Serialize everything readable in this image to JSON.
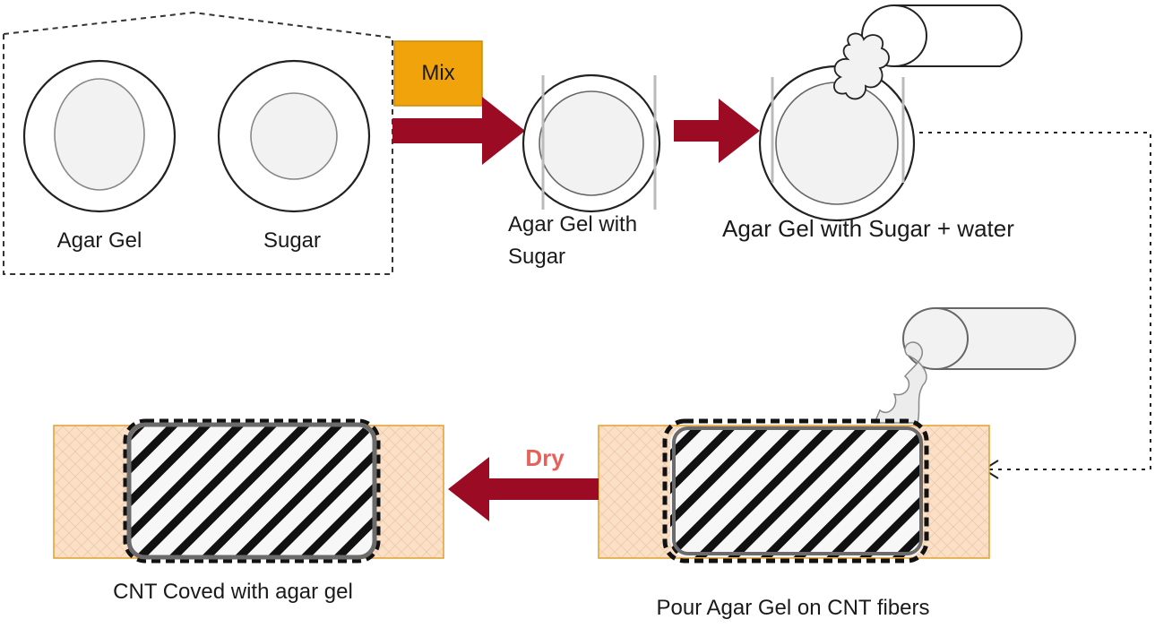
{
  "labels": {
    "mix": "Mix",
    "agar_gel": "Agar Gel",
    "sugar": "Sugar",
    "agar_gel_with_sugar_line1": "Agar Gel with",
    "agar_gel_with_sugar_line2": "Sugar",
    "agar_gel_sugar_water": "Agar Gel with Sugar + water",
    "dry": "Dry",
    "cnt_coved": "CNT Coved with agar gel",
    "pour": "Pour Agar Gel on CNT fibers"
  },
  "colors": {
    "arrow": "#9b0b23",
    "mix_box": "#f0a30a",
    "mix_box_border": "#c98b0a",
    "dry_text": "#e8605a",
    "substrate": "#fbe0c8",
    "substrate_border": "#e0a030",
    "gel_fill": "#f2f2f2",
    "hatch": "#111111",
    "frame": "#6b6b6b"
  }
}
